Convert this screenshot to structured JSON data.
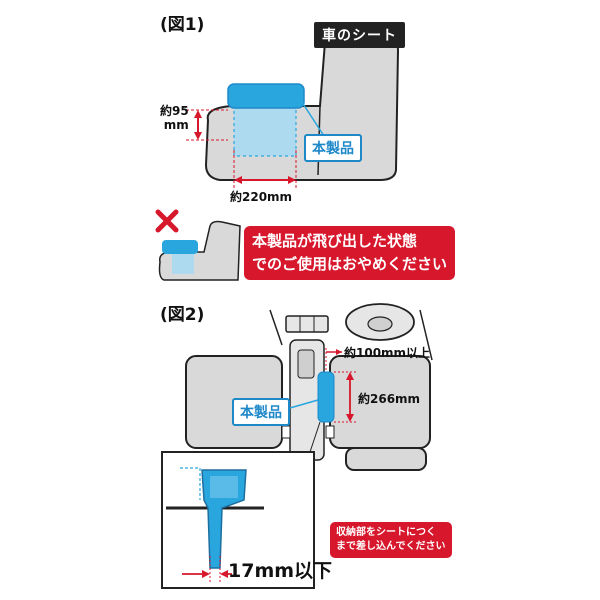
{
  "fig1": {
    "title": "(図1)",
    "seat_tag": "車のシート",
    "product_tag": "本製品",
    "height_label": "約95\nmm",
    "width_label": "約220mm"
  },
  "warning": {
    "cross_icon": "x-mark",
    "line1": "本製品が飛び出した状態",
    "line2": "でのご使用はおやめください"
  },
  "fig2": {
    "title": "(図2)",
    "product_tag": "本製品",
    "gap_label": "約100mm以上",
    "length_label": "約266mm",
    "slot_label": "17mm以下",
    "insert_note_line1": "収納部をシートにつく",
    "insert_note_line2": "まで差し込んでください"
  },
  "colors": {
    "seat_gray": "#d9d9d9",
    "outline": "#222222",
    "product_blue": "#2aa6de",
    "product_light": "#a6d9f2",
    "warn_red": "#d7172b",
    "dim_red": "#d7172b"
  }
}
